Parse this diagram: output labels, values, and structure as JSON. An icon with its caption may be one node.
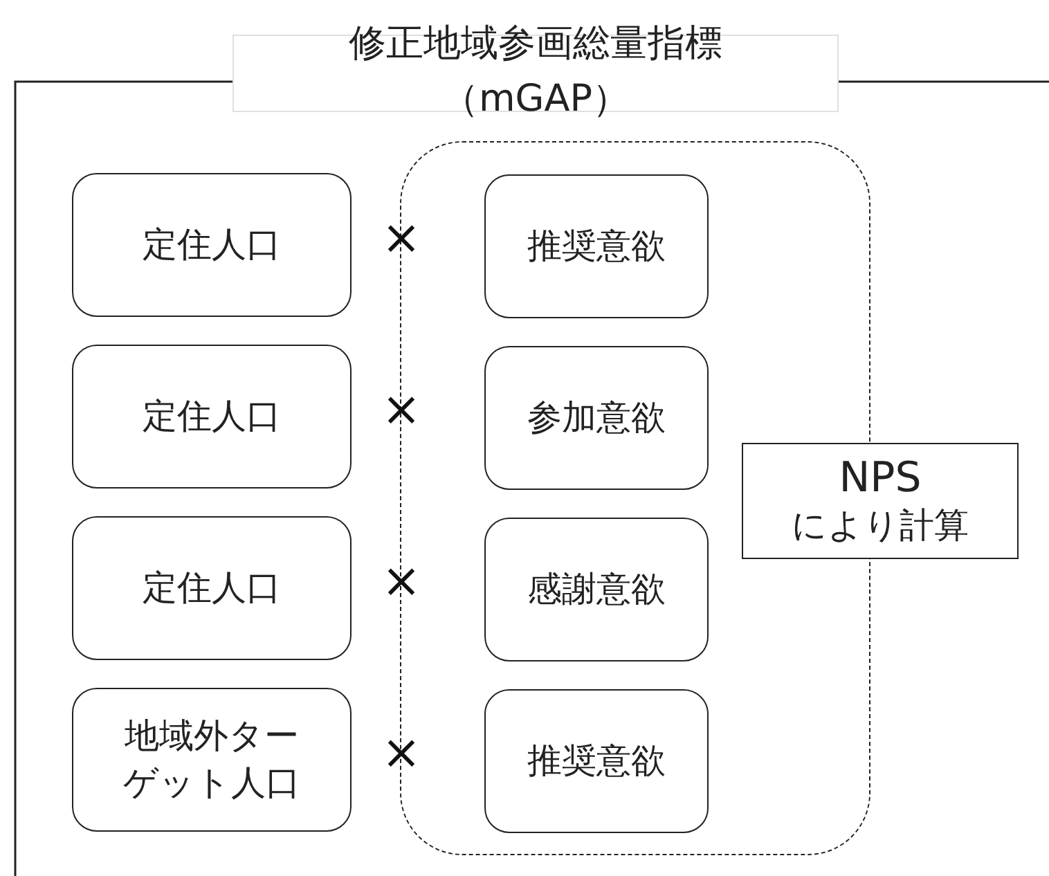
{
  "diagram": {
    "title": "修正地域参画総量指標（mGAP）",
    "nodes": [
      {
        "text": [
          "定住人口"
        ]
      },
      {
        "text": [],
        "shape": "box"
      },
      {
        "text": [
          "推奨意欲"
        ],
        "in": 1
      },
      {
        "text": [
          "定住人口"
        ]
      },
      {
        "text": [
          "参加意欲"
        ],
        "in": 1
      },
      {
        "text": [
          "定住人口"
        ]
      },
      {
        "text": [
          "感謝意欲"
        ],
        "in": 1
      },
      {
        "text": [
          "地域外ターゲット人口"
        ]
      },
      {
        "text": [
          "推奨意欲"
        ],
        "in": 1
      },
      {
        "text": [
          "NPS",
          "により計算"
        ]
      }
    ],
    "labels": [
      "×",
      "×",
      "×",
      "×"
    ]
  }
}
